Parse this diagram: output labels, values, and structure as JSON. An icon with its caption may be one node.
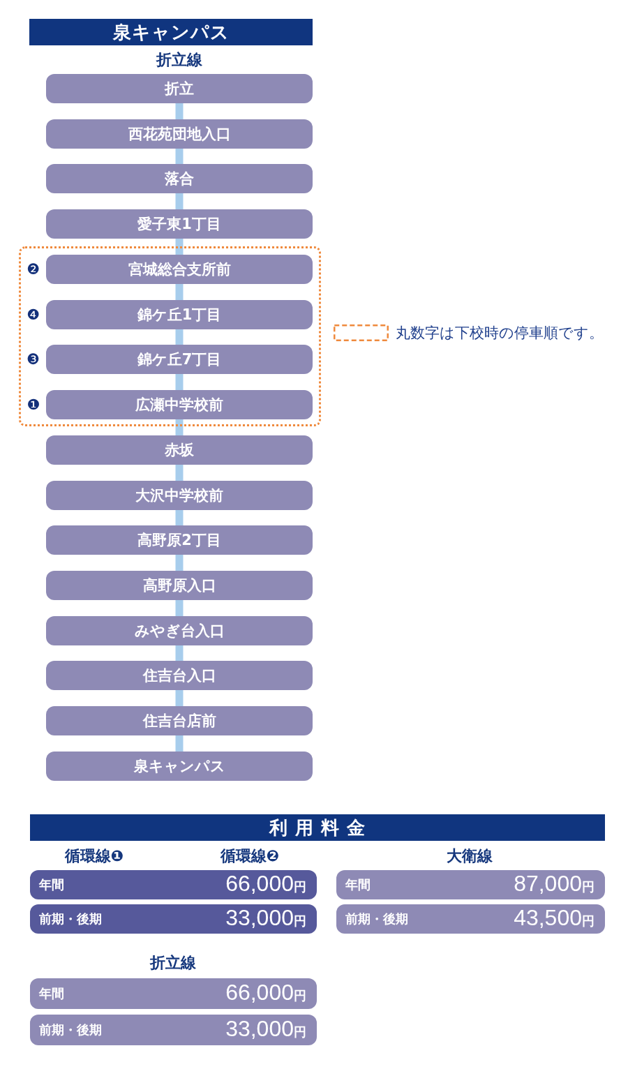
{
  "diagram": {
    "nodes": [
      {
        "text": [
          "泉キャンパス"
        ]
      },
      {
        "text": [
          "折立"
        ]
      },
      {
        "text": [
          "西花苑団地入口"
        ]
      },
      {
        "text": [
          "落合"
        ]
      },
      {
        "text": [
          "愛子東1丁目"
        ]
      },
      {
        "text": [],
        "shape": "box"
      },
      {
        "text": [
          "宮城総合支所前"
        ],
        "in": 5,
        "beside": [
          "❷"
        ]
      },
      {
        "text": [
          "錦ケ丘1丁目"
        ],
        "in": 5,
        "beside": [
          "❹"
        ]
      },
      {
        "text": [
          "錦ケ丘7丁目"
        ],
        "in": 5,
        "beside": [
          "❸"
        ]
      },
      {
        "text": [
          "広瀬中学校前"
        ],
        "in": 5,
        "beside": [
          "❶"
        ]
      },
      {
        "text": [
          "赤坂"
        ]
      },
      {
        "text": [
          "大沢中学校前"
        ]
      },
      {
        "text": [
          "高野原2丁目"
        ]
      },
      {
        "text": [
          "高野原入口"
        ]
      },
      {
        "text": [
          "みやぎ台入口"
        ]
      },
      {
        "text": [
          "住吉台入口"
        ]
      },
      {
        "text": [
          "住吉台店前"
        ]
      },
      {
        "text": [
          "泉キャンパス"
        ]
      },
      {
        "text": [
          "利 用 料 金"
        ]
      },
      {
        "text": [
          "年間",
          "66,000円"
        ]
      },
      {
        "text": [
          "前期・後期",
          "33,000円"
        ]
      },
      {
        "text": [
          "年間",
          "87,000円"
        ]
      },
      {
        "text": [
          "前期・後期",
          "43,500円"
        ]
      },
      {
        "text": [
          "年間",
          "66,000円"
        ]
      },
      {
        "text": [
          "前期・後期",
          "33,000円"
        ]
      }
    ],
    "edges": [
      {
        "from": 1,
        "to": 2,
        "arrow": "none"
      },
      {
        "from": 2,
        "to": 3,
        "arrow": "none"
      },
      {
        "from": 3,
        "to": 4,
        "arrow": "none"
      },
      {
        "from": 4,
        "to": 6,
        "arrow": "none"
      },
      {
        "from": 6,
        "to": 7,
        "arrow": "none"
      },
      {
        "from": 7,
        "to": 8,
        "arrow": "none"
      },
      {
        "from": 8,
        "to": 9,
        "arrow": "none"
      },
      {
        "from": 9,
        "to": 10,
        "arrow": "none"
      },
      {
        "from": 10,
        "to": 11,
        "arrow": "none"
      },
      {
        "from": 11,
        "to": 12,
        "arrow": "none"
      },
      {
        "from": 12,
        "to": 13,
        "arrow": "none"
      },
      {
        "from": 13,
        "to": 14,
        "arrow": "none"
      },
      {
        "from": 14,
        "to": 15,
        "arrow": "none"
      },
      {
        "from": 15,
        "to": 16,
        "arrow": "none"
      },
      {
        "from": 16,
        "to": 17,
        "arrow": "none"
      }
    ],
    "labels": [
      "折立線",
      "循環線❶",
      "循環線❷",
      "大衛線",
      "折立線"
    ],
    "legend": [
      {
        "text": "丸数字は下校時の停車順です。"
      }
    ]
  }
}
